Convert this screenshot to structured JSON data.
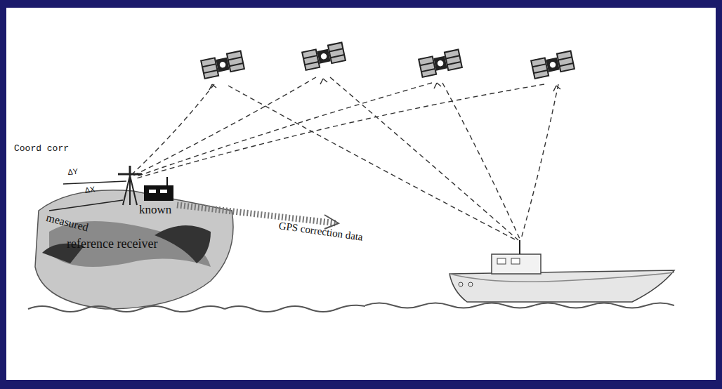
{
  "diagram": {
    "labels": [
      "Coord corr",
      "ΔY",
      "ΔX",
      "known",
      "measured",
      "reference receiver",
      "GPS correction data"
    ]
  }
}
